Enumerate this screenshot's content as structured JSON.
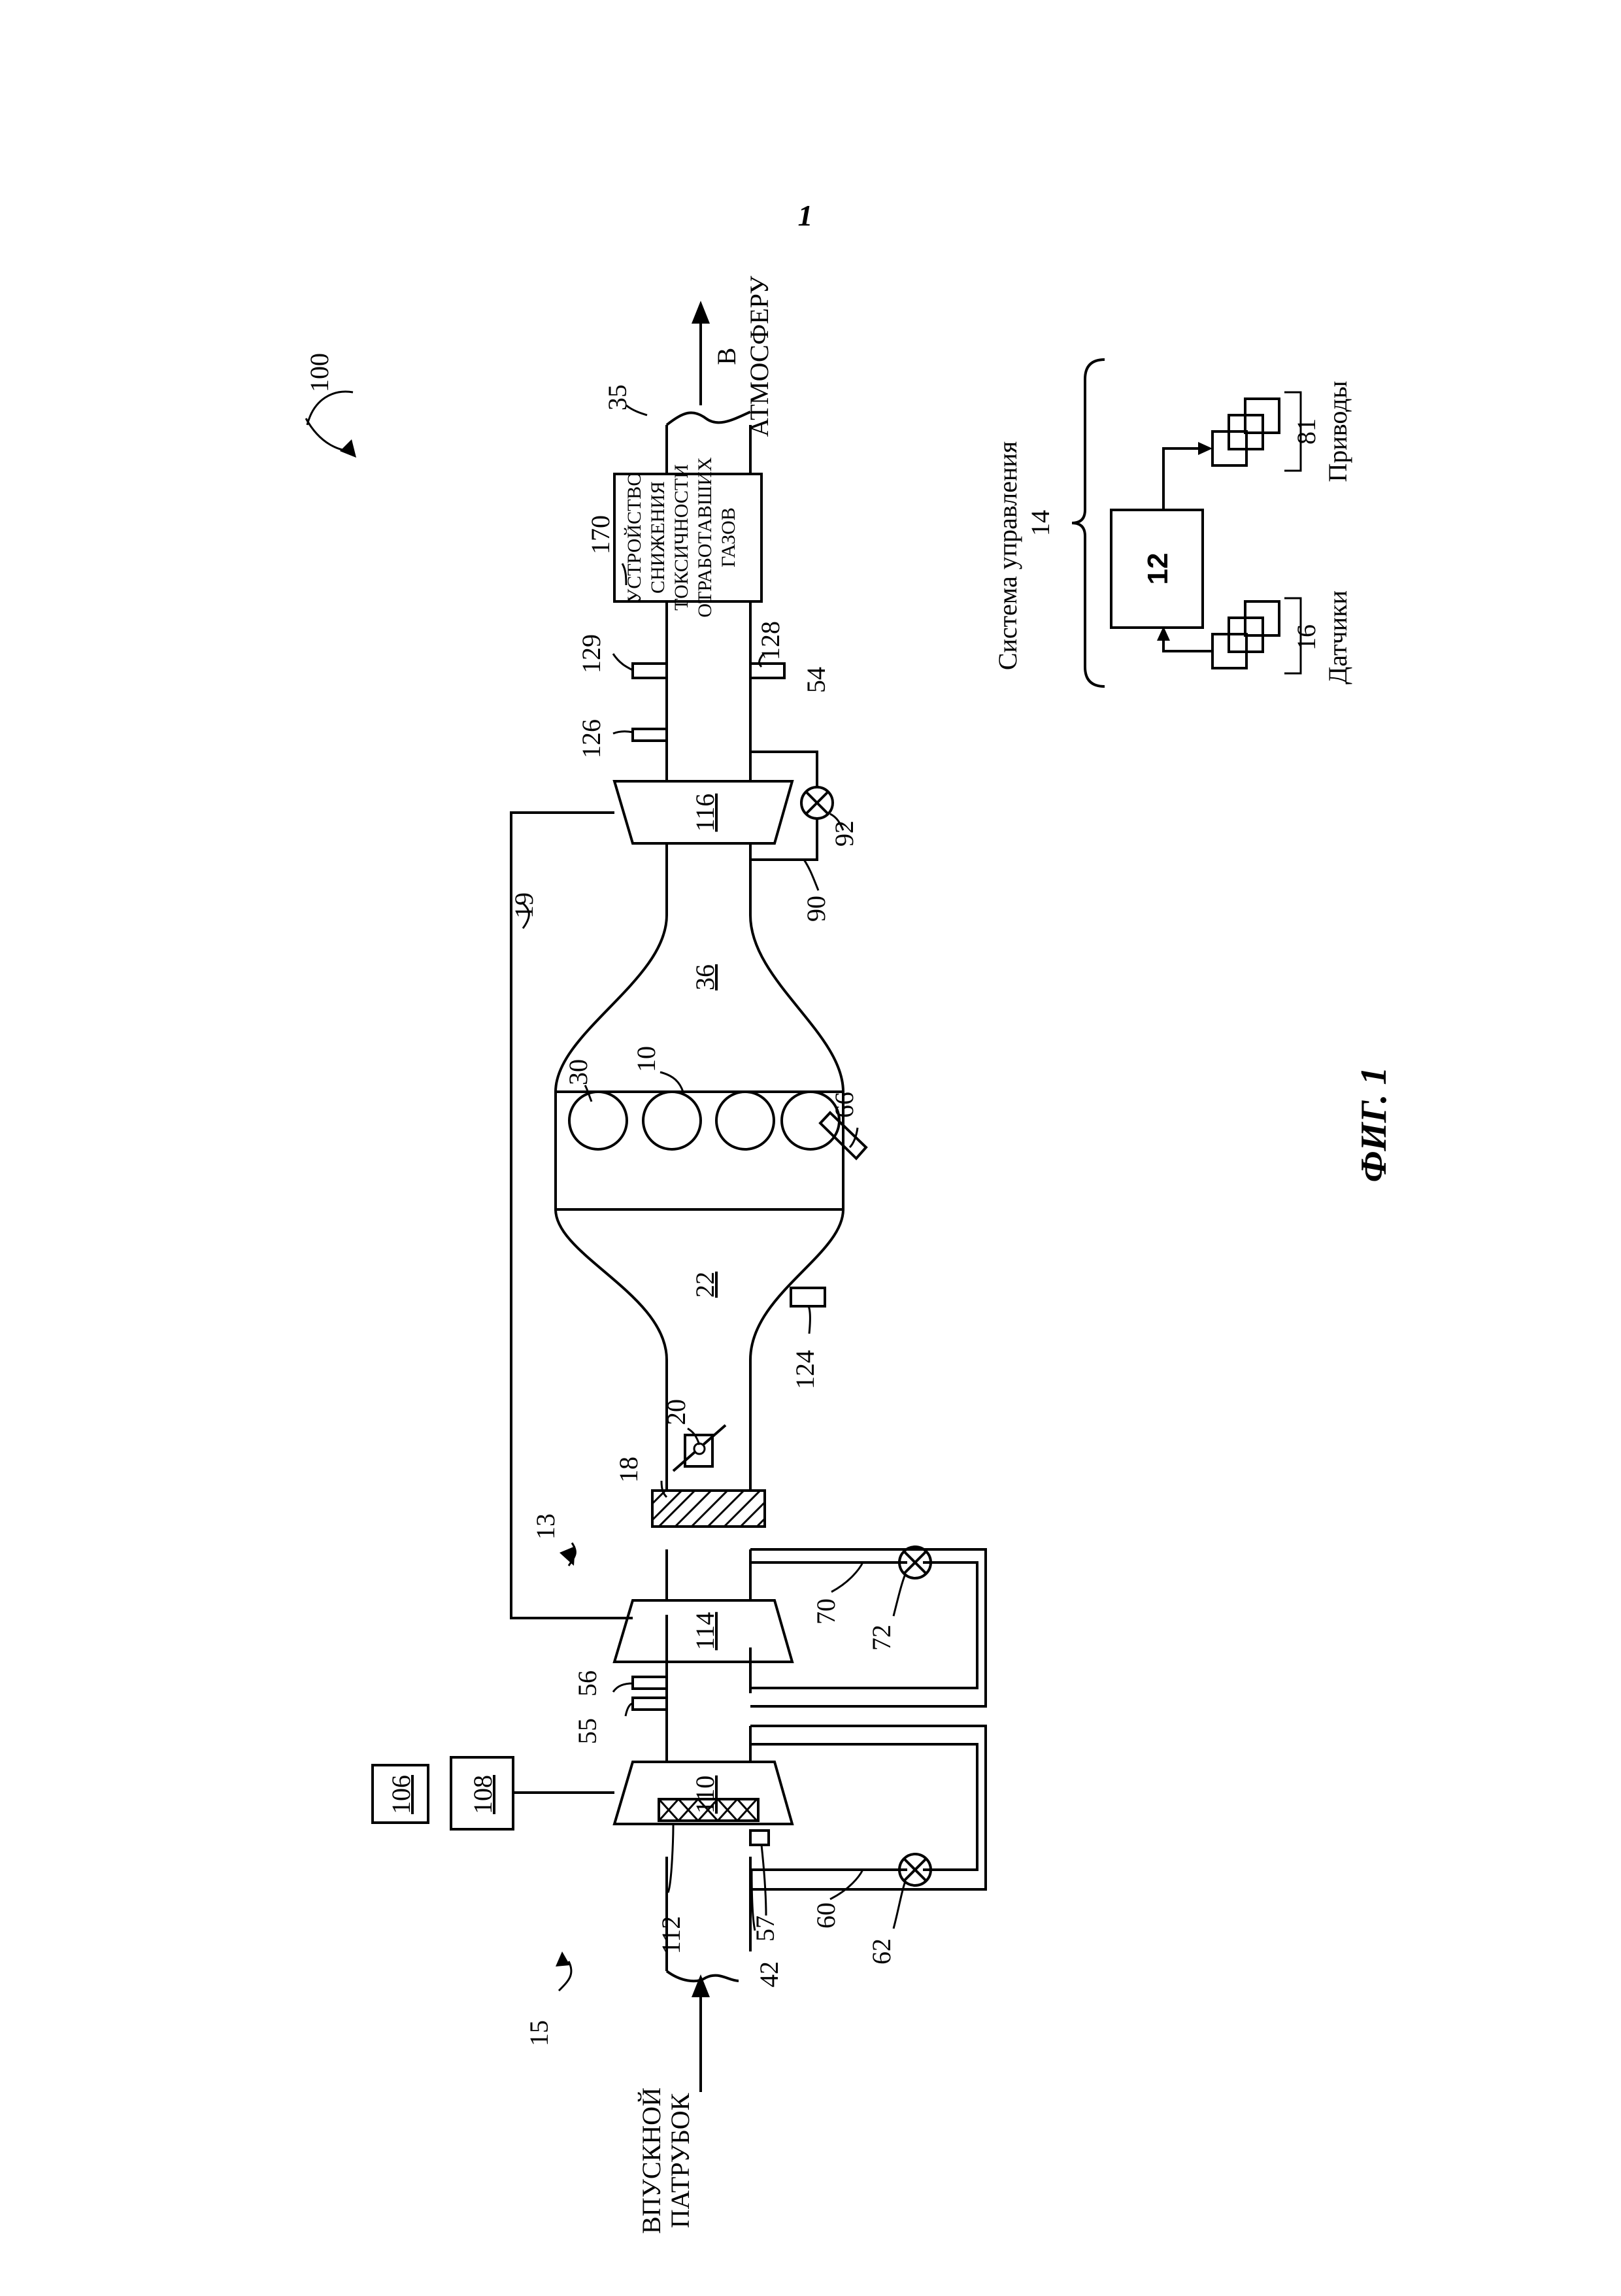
{
  "page_number": "1",
  "figure_caption": "ФИГ. 1",
  "refs": {
    "r100": "100",
    "r15": "15",
    "r13": "13",
    "r19": "19",
    "r106": "106",
    "r108": "108",
    "r110": "110",
    "r112": "112",
    "r57": "57",
    "r42": "42",
    "r55": "55",
    "r56": "56",
    "r60": "60",
    "r62": "62",
    "r70": "70",
    "r72": "72",
    "r114": "114",
    "r18": "18",
    "r20": "20",
    "r22": "22",
    "r124": "124",
    "r10": "10",
    "r30": "30",
    "r66": "66",
    "r36": "36",
    "r116": "116",
    "r90": "90",
    "r92": "92",
    "r126": "126",
    "r129": "129",
    "r128": "128",
    "r54": "54",
    "r170": "170",
    "r35": "35",
    "r14": "14",
    "r12": "12",
    "r16": "16",
    "r81": "81"
  },
  "labels": {
    "intake_line1": "ВПУСКНОЙ",
    "intake_line2": "ПАТРУБОК",
    "atmosphere_line1": "В",
    "atmosphere_line2": "АТМОСФЕРУ",
    "emission_line1": "УСТРОЙСТВО",
    "emission_line2": "СНИЖЕНИЯ",
    "emission_line3": "ТОКСИЧНОСТИ",
    "emission_line4": "ОТРАБОТАВШИХ",
    "emission_line5": "ГАЗОВ",
    "control_system": "Система управления",
    "sensors": "Датчики",
    "actuators": "Приводы"
  }
}
